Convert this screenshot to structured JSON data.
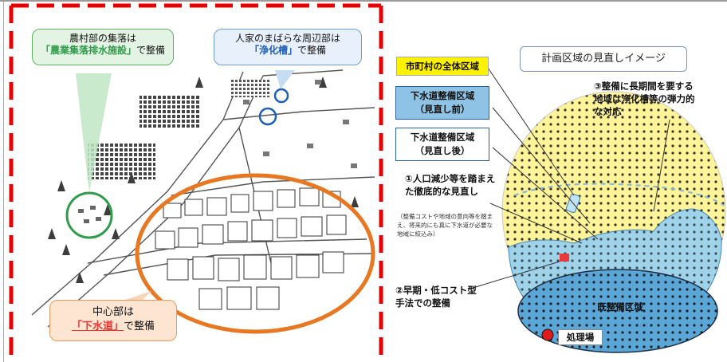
{
  "left_panel": {
    "rural": {
      "line1": "農村部の集落は",
      "line2_bracketed": "「農業集落排水施設」",
      "line2_suffix": "で整備"
    },
    "scattered": {
      "line1": "人家のまばらな周辺部は",
      "line2_bracketed": "「浄化槽」",
      "line2_suffix": "で整備"
    },
    "center": {
      "line1": "中心部は",
      "line2_bracketed": "「下水道」",
      "line2_suffix": "で整備"
    }
  },
  "right_panel": {
    "title": "計画区域の見直しイメージ",
    "legend": {
      "municipality_area": "市町村の全体区域",
      "sewer_before": "下水道整備区域\n（見直し前）",
      "sewer_after": "下水道整備区域\n（見直し後）"
    },
    "note1_title": "①人口減少等を踏まえた徹底的な見直し",
    "note1_detail": "（整備コストや地域の意向等を踏まえ、将来的にも真に下水道が必要な地域に絞込み）",
    "note2": "②早期・低コスト型手法での整備",
    "note3": "③整備に長期間を要する地域は浄化槽等の弾力的な対応",
    "existing_area": "既整備区域",
    "treatment_plant": "処理場"
  },
  "colors": {
    "dashed_border": "#e60000",
    "rural_green": "#2e9c4a",
    "septic_blue": "#1d5fb3",
    "sewer_orange": "#e87722",
    "municipal_yellow": "#fff49a",
    "sewer_blue": "#9fd3ea",
    "existing_blue": "#5aa6d6",
    "plant_red": "#e01b1b"
  }
}
